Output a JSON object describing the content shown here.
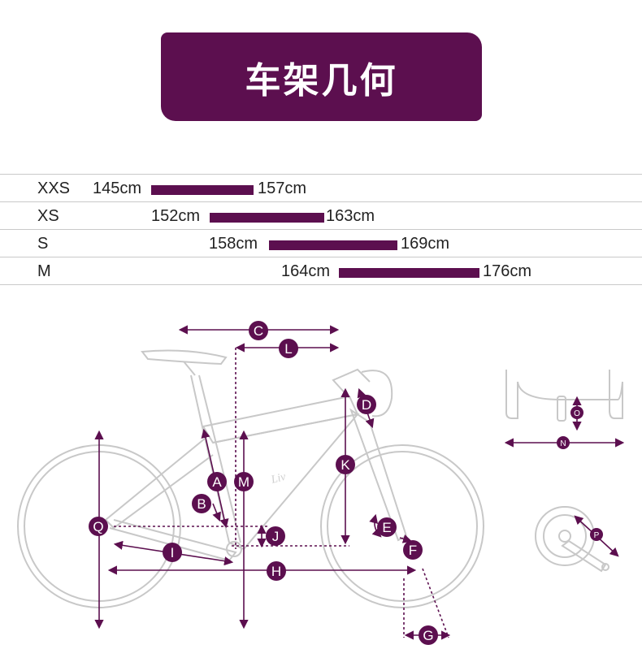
{
  "title": "车架几何",
  "sizes": [
    {
      "size": "XXS",
      "min": "145cm",
      "max": "157cm"
    },
    {
      "size": "XS",
      "min": "152cm",
      "max": "163cm"
    },
    {
      "size": "S",
      "min": "158cm",
      "max": "169cm"
    },
    {
      "size": "M",
      "min": "164cm",
      "max": "176cm"
    }
  ],
  "diagram": {
    "brand_mark": "Liv",
    "labels": {
      "A": "A",
      "B": "B",
      "C": "C",
      "D": "D",
      "E": "E",
      "F": "F",
      "G": "G",
      "H": "H",
      "I": "I",
      "J": "J",
      "K": "K",
      "L": "L",
      "M": "M",
      "N": "N",
      "O": "O",
      "P": "P",
      "Q": "Q"
    }
  },
  "colors": {
    "accent": "#5c0f4f",
    "frame_outline": "#c8c8c8",
    "rule": "#c9c9c9"
  }
}
